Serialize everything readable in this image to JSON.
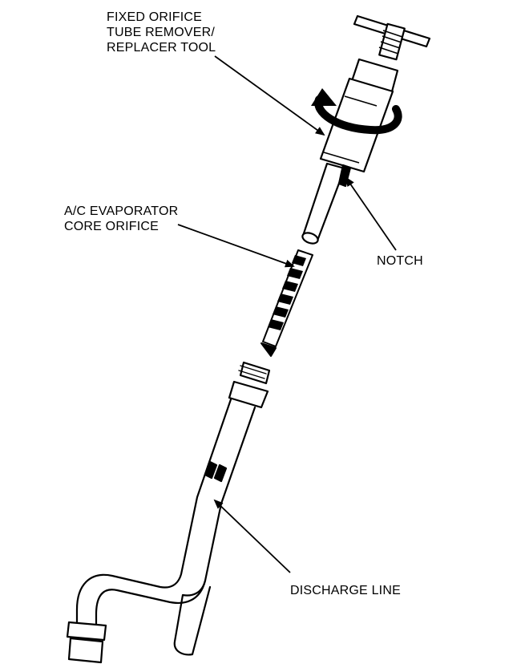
{
  "labels": {
    "tool": "FIXED ORIFICE\nTUBE REMOVER/\nREPLACER TOOL",
    "orifice": "A/C EVAPORATOR\nCORE ORIFICE",
    "notch": "NOTCH",
    "discharge": "DISCHARGE LINE"
  },
  "colors": {
    "ink": "#000000",
    "paper": "#ffffff"
  }
}
